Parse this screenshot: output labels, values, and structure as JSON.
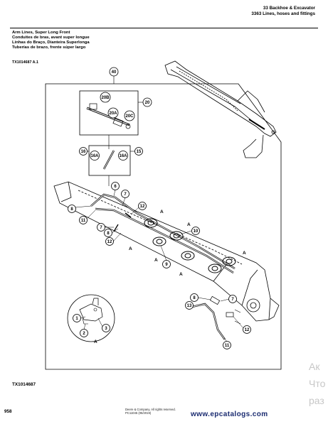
{
  "header": {
    "section": "33 Backhoe & Excavator",
    "subsection": "3363 Lines, hoses and fittings",
    "title_lines": [
      "Arm Lines, Super Long Front",
      "Conduites de bras, avant super longue",
      "Linhas do Braço, Dianteira Superlonga",
      "Tuberías de brazo, frente súper largo"
    ],
    "reference": "TX1014687 A.1"
  },
  "callouts": {
    "n40": "40",
    "n20": "20",
    "n20B": "20B",
    "n20A": "20A",
    "n20C": "20C",
    "n16": "16",
    "n15": "15",
    "n16A_left": "16A",
    "n16A_right": "16A",
    "n6": "6",
    "n7": "7",
    "n8": "8",
    "n11": "11",
    "n12": "12",
    "n7b": "7",
    "n8b": "8",
    "n12b": "12",
    "n10": "10",
    "n9": "9",
    "n8c": "8",
    "n13": "13",
    "n7c": "7",
    "n12c": "12",
    "n11b": "11",
    "n1": "1",
    "n2": "2",
    "n3": "3",
    "letter_A": "A"
  },
  "figure_id": "TX1014687",
  "page_number": "958",
  "footer_text": [
    "Deere & Company. All rights reserved.",
    "PC11045 (05/2019)"
  ],
  "watermark": "www.epcatalogs.com",
  "side_text": [
    "Ак",
    "Что",
    "раз"
  ]
}
